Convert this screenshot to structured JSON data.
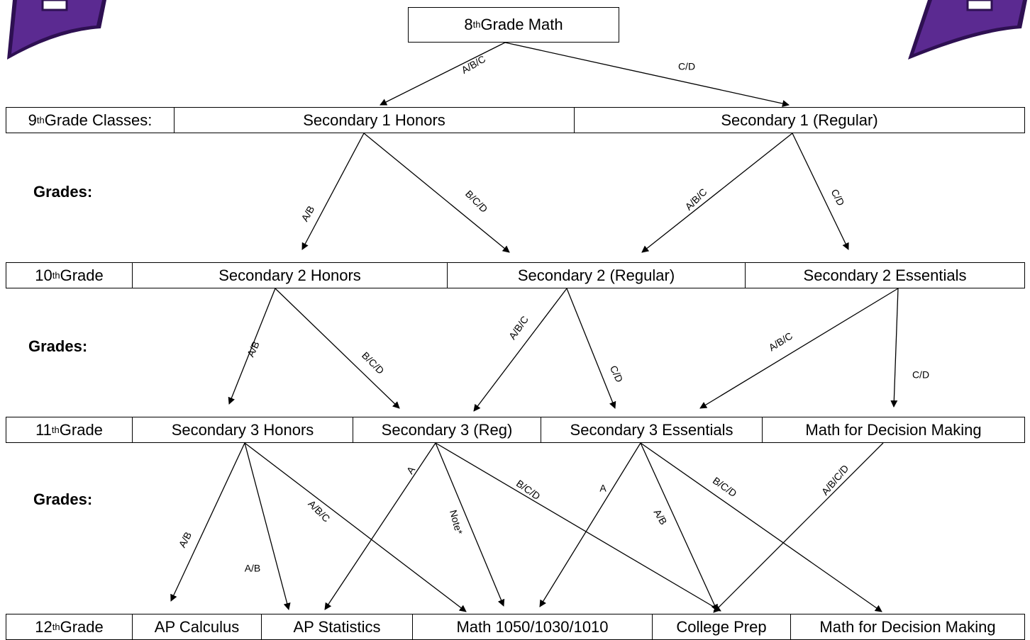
{
  "top": {
    "label_pre": "8",
    "label_sup": "th",
    "label_post": " Grade Math"
  },
  "rows": {
    "r9": {
      "label_pre": "9",
      "label_sup": "th",
      "label_post": " Grade Classes:",
      "cells": [
        "Secondary 1 Honors",
        "Secondary 1 (Regular)"
      ]
    },
    "r10": {
      "label_pre": "10",
      "label_sup": "th",
      "label_post": " Grade",
      "cells": [
        "Secondary 2 Honors",
        "Secondary 2 (Regular)",
        "Secondary 2 Essentials"
      ]
    },
    "r11": {
      "label_pre": "11",
      "label_sup": "th",
      "label_post": " Grade",
      "cells": [
        "Secondary 3 Honors",
        "Secondary 3 (Reg)",
        "Secondary 3 Essentials",
        "Math for Decision Making"
      ]
    },
    "r12": {
      "label_pre": "12",
      "label_sup": "th",
      "label_post": " Grade",
      "cells": [
        "AP Calculus",
        "AP Statistics",
        "Math 1050/1030/1010",
        "College Prep",
        "Math for Decision Making"
      ]
    }
  },
  "grades_labels": {
    "g1": "Grades:",
    "g2": "Grades:",
    "g3": "Grades:"
  },
  "arrow_labels": [
    "A/B/C",
    "C/D",
    "A/B",
    "B/C/D",
    "A/B/C",
    "C/D",
    "A/B",
    "B/C/D",
    "A/B/C",
    "C/D",
    "A/B/C",
    "C/D",
    "A/B",
    "A/B",
    "A/B/C",
    "A",
    "Note*",
    "B/C/D",
    "A",
    "A/B",
    "B/C/D",
    "A/B/C/D"
  ],
  "colors": {
    "logo": "#5b2a91",
    "logo_dark": "#2e1052",
    "line": "#000000"
  }
}
